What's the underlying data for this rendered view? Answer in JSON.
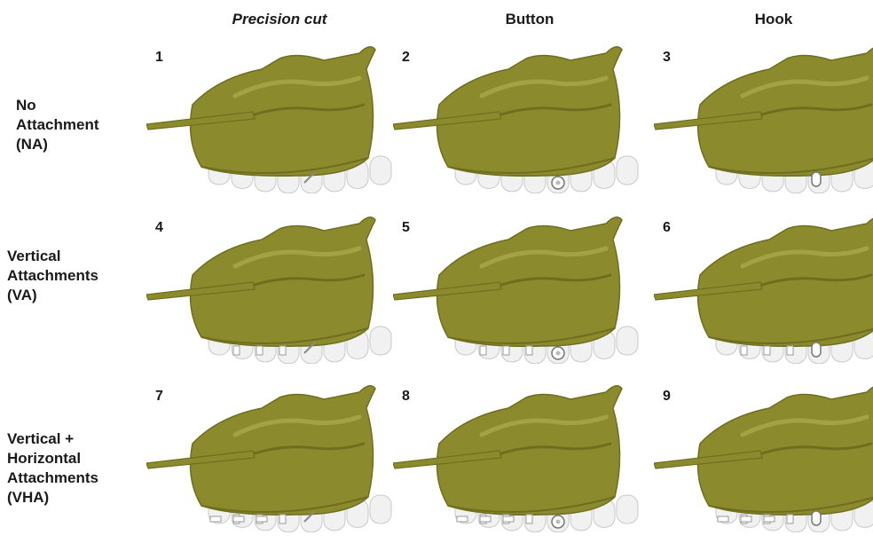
{
  "columns": [
    "Precision cut",
    "Button",
    "Hook"
  ],
  "rows": [
    {
      "label_lines": [
        "No",
        "Attachment",
        "(NA)"
      ]
    },
    {
      "label_lines": [
        "Vertical",
        "Attachments",
        "(VA)"
      ]
    },
    {
      "label_lines": [
        "Vertical +",
        "Horizontal",
        "Attachments",
        "(VHA)"
      ]
    }
  ],
  "panels": [
    {
      "number": "1",
      "attachment": "precision-cut"
    },
    {
      "number": "2",
      "attachment": "button"
    },
    {
      "number": "3",
      "attachment": "hook"
    },
    {
      "number": "4",
      "attachment": "precision-cut"
    },
    {
      "number": "5",
      "attachment": "button"
    },
    {
      "number": "6",
      "attachment": "hook"
    },
    {
      "number": "7",
      "attachment": "precision-cut"
    },
    {
      "number": "8",
      "attachment": "button"
    },
    {
      "number": "9",
      "attachment": "hook"
    }
  ],
  "colors": {
    "aligner": "#8b8b2e",
    "aligner_shade": "#6e6e1f",
    "aligner_light": "#a3a345",
    "teeth": "#f1f1f1",
    "teeth_outline": "#c9c9c9"
  }
}
